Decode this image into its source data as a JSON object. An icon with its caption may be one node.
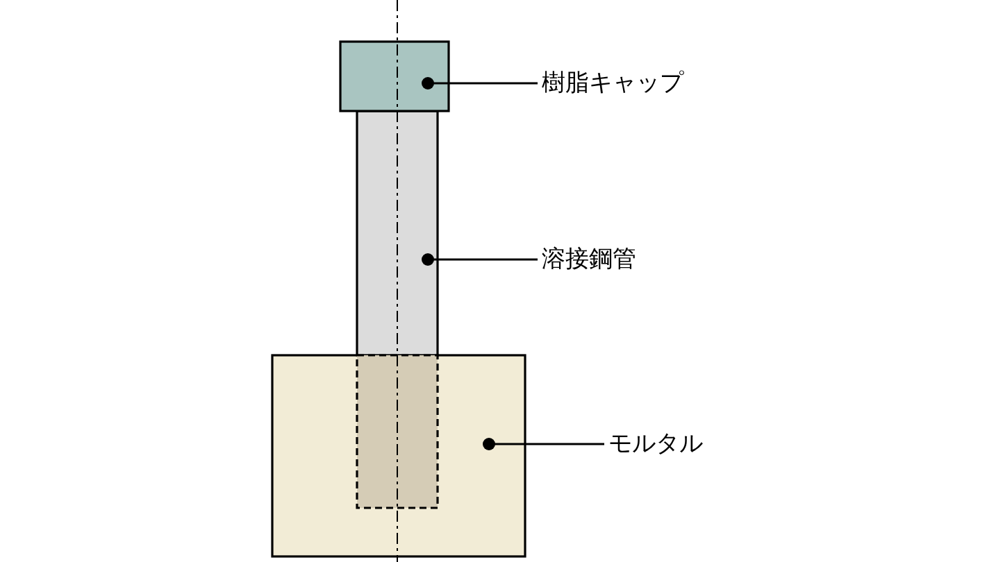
{
  "diagram": {
    "nodes": [
      {
        "text": [],
        "shape": "box"
      },
      {
        "text": [
          "樹脂キャップ"
        ]
      },
      {
        "text": [],
        "shape": "box"
      },
      {
        "text": [
          "溶接鋼管"
        ]
      },
      {
        "text": [],
        "shape": "box"
      },
      {
        "text": [
          "モルタル"
        ]
      }
    ],
    "edges": [
      {
        "from": 1,
        "to": 0,
        "arrow": "other"
      },
      {
        "from": 3,
        "to": 2,
        "arrow": "other"
      },
      {
        "from": 5,
        "to": 4,
        "arrow": "other"
      }
    ]
  }
}
